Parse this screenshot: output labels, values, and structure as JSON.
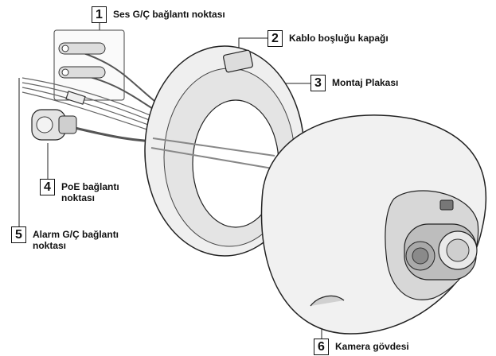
{
  "callouts": [
    {
      "number": "1",
      "label": "Ses G/Ç bağlantı noktası"
    },
    {
      "number": "2",
      "label": "Kablo boşluğu kapağı"
    },
    {
      "number": "3",
      "label": "Montaj Plakası"
    },
    {
      "number": "4",
      "label_line1": "PoE bağlantı",
      "label_line2": "noktası"
    },
    {
      "number": "5",
      "label_line1": "Alarm G/Ç bağlantı",
      "label_line2": "noktası"
    },
    {
      "number": "6",
      "label": "Kamera gövdesi"
    }
  ]
}
